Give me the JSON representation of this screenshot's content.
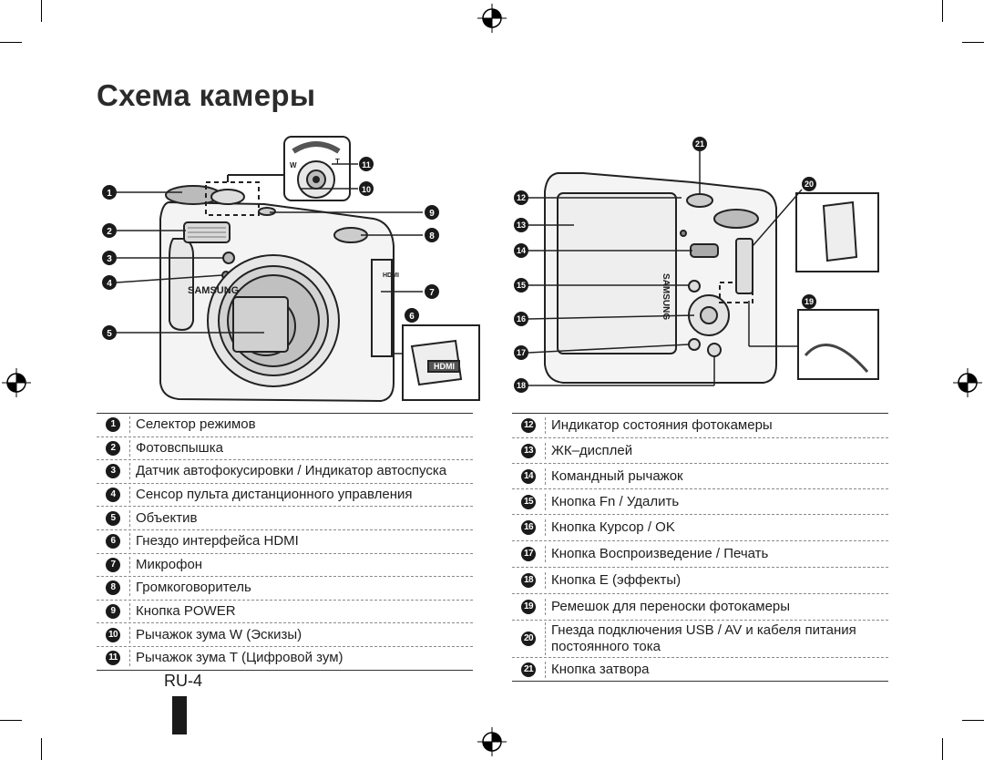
{
  "page": {
    "title": "Схема камеры",
    "page_number": "RU-4"
  },
  "figure": {
    "callouts_front": [
      "1",
      "2",
      "3",
      "4",
      "5",
      "6",
      "7",
      "8",
      "9",
      "10",
      "11"
    ],
    "callouts_back": [
      "12",
      "13",
      "14",
      "15",
      "16",
      "17",
      "18",
      "19",
      "20",
      "21"
    ],
    "brand_text": "SAMSUNG",
    "hdmi_label": "HDMI",
    "zoom_labels": {
      "wide": "W",
      "tele": "T"
    }
  },
  "legend_left": [
    {
      "num": "1",
      "text": "Селектор режимов"
    },
    {
      "num": "2",
      "text": "Фотовспышка"
    },
    {
      "num": "3",
      "text": "Датчик автофокусировки / Индикатор автоспуска"
    },
    {
      "num": "4",
      "text": "Сенсор пульта дистанционного управления"
    },
    {
      "num": "5",
      "text": "Объектив"
    },
    {
      "num": "6",
      "text": "Гнездо интерфейса HDMI"
    },
    {
      "num": "7",
      "text": "Микрофон"
    },
    {
      "num": "8",
      "text": "Громкоговоритель"
    },
    {
      "num": "9",
      "text": "Кнопка POWER"
    },
    {
      "num": "10",
      "text": "Рычажок зума W (Эскизы)"
    },
    {
      "num": "11",
      "text": "Рычажок зума T (Цифровой зум)"
    }
  ],
  "legend_right": [
    {
      "num": "12",
      "text": "Индикатор состояния фотокамеры"
    },
    {
      "num": "13",
      "text": "ЖК–дисплей"
    },
    {
      "num": "14",
      "text": "Командный рычажок"
    },
    {
      "num": "15",
      "text": "Кнопка Fn / Удалить"
    },
    {
      "num": "16",
      "text": "Кнопка Курсор / OK"
    },
    {
      "num": "17",
      "text": "Кнопка Воспроизведение / Печать"
    },
    {
      "num": "18",
      "text": "Кнопка E (эффекты)"
    },
    {
      "num": "19",
      "text": "Ремешок для переноски фотокамеры"
    },
    {
      "num": "20",
      "text": "Гнезда подключения USB / AV и кабеля питания постоянного тока"
    },
    {
      "num": "21",
      "text": "Кнопка затвора"
    }
  ]
}
